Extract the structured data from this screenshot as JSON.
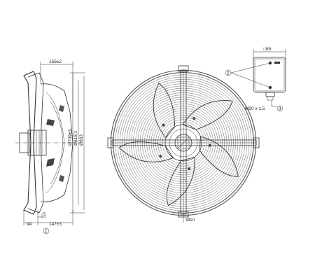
{
  "side_view": {
    "dims": {
      "d_155": "155±2",
      "d_ph709": "Ø709±3",
      "d_ph618": "Ø618,1",
      "d_ph663": "Ø663",
      "d_94": "94",
      "d_5": "5",
      "d_147": "147±3"
    },
    "callout_1": "1"
  },
  "front_view": {
    "hole_dim": "Ø10"
  },
  "terminal_box": {
    "width_dim": "□99",
    "thread_label": "M20 x 1,5",
    "callout_2": "2",
    "callout_3": "3"
  }
}
